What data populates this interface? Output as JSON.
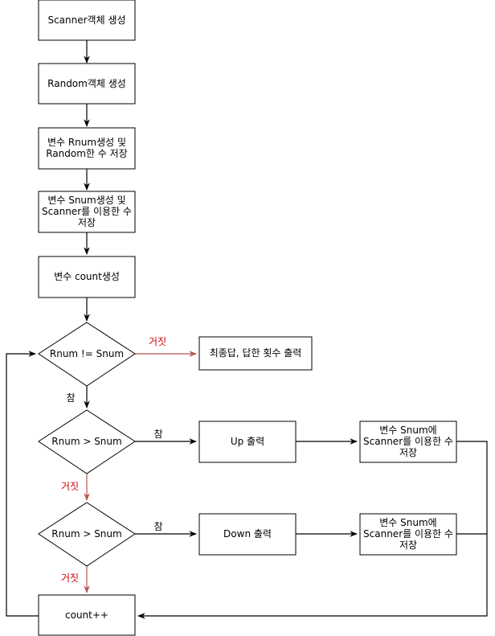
{
  "colors": {
    "stroke": "#000000",
    "false_edge": "#b85450",
    "false_label": "#cc0000",
    "true_label": "#000000",
    "background": "#ffffff"
  },
  "nodes": {
    "scanner_create": [
      "Scanner객체 생성"
    ],
    "random_create": [
      "Random객체 생성"
    ],
    "rnum_create": [
      "변수 Rnum생성 및",
      "Random한 수 저장"
    ],
    "snum_create": [
      "변수 Snum생성 및",
      "Scanner를 이용한 수",
      "저장"
    ],
    "count_create": [
      "변수 count생성"
    ],
    "cond_not_equal": [
      "Rnum != Snum"
    ],
    "final_output": [
      "최종답,  답한 횟수 출력"
    ],
    "cond_greater_1": [
      "Rnum > Snum"
    ],
    "up_output": [
      "Up 출력"
    ],
    "snum_input_1": [
      "변수 Snum에",
      "Scanner를 이용한 수",
      "저장"
    ],
    "cond_greater_2": [
      "Rnum > Snum"
    ],
    "down_output": [
      "Down 출력"
    ],
    "snum_input_2": [
      "변수 Snum에",
      "Scanner를 이용한 수",
      "저장"
    ],
    "count_increment": [
      "count++"
    ]
  },
  "edge_labels": {
    "false_1": "거짓",
    "true_1": "참",
    "true_2": "참",
    "false_2": "거짓",
    "true_3": "참",
    "false_3": "거짓"
  }
}
